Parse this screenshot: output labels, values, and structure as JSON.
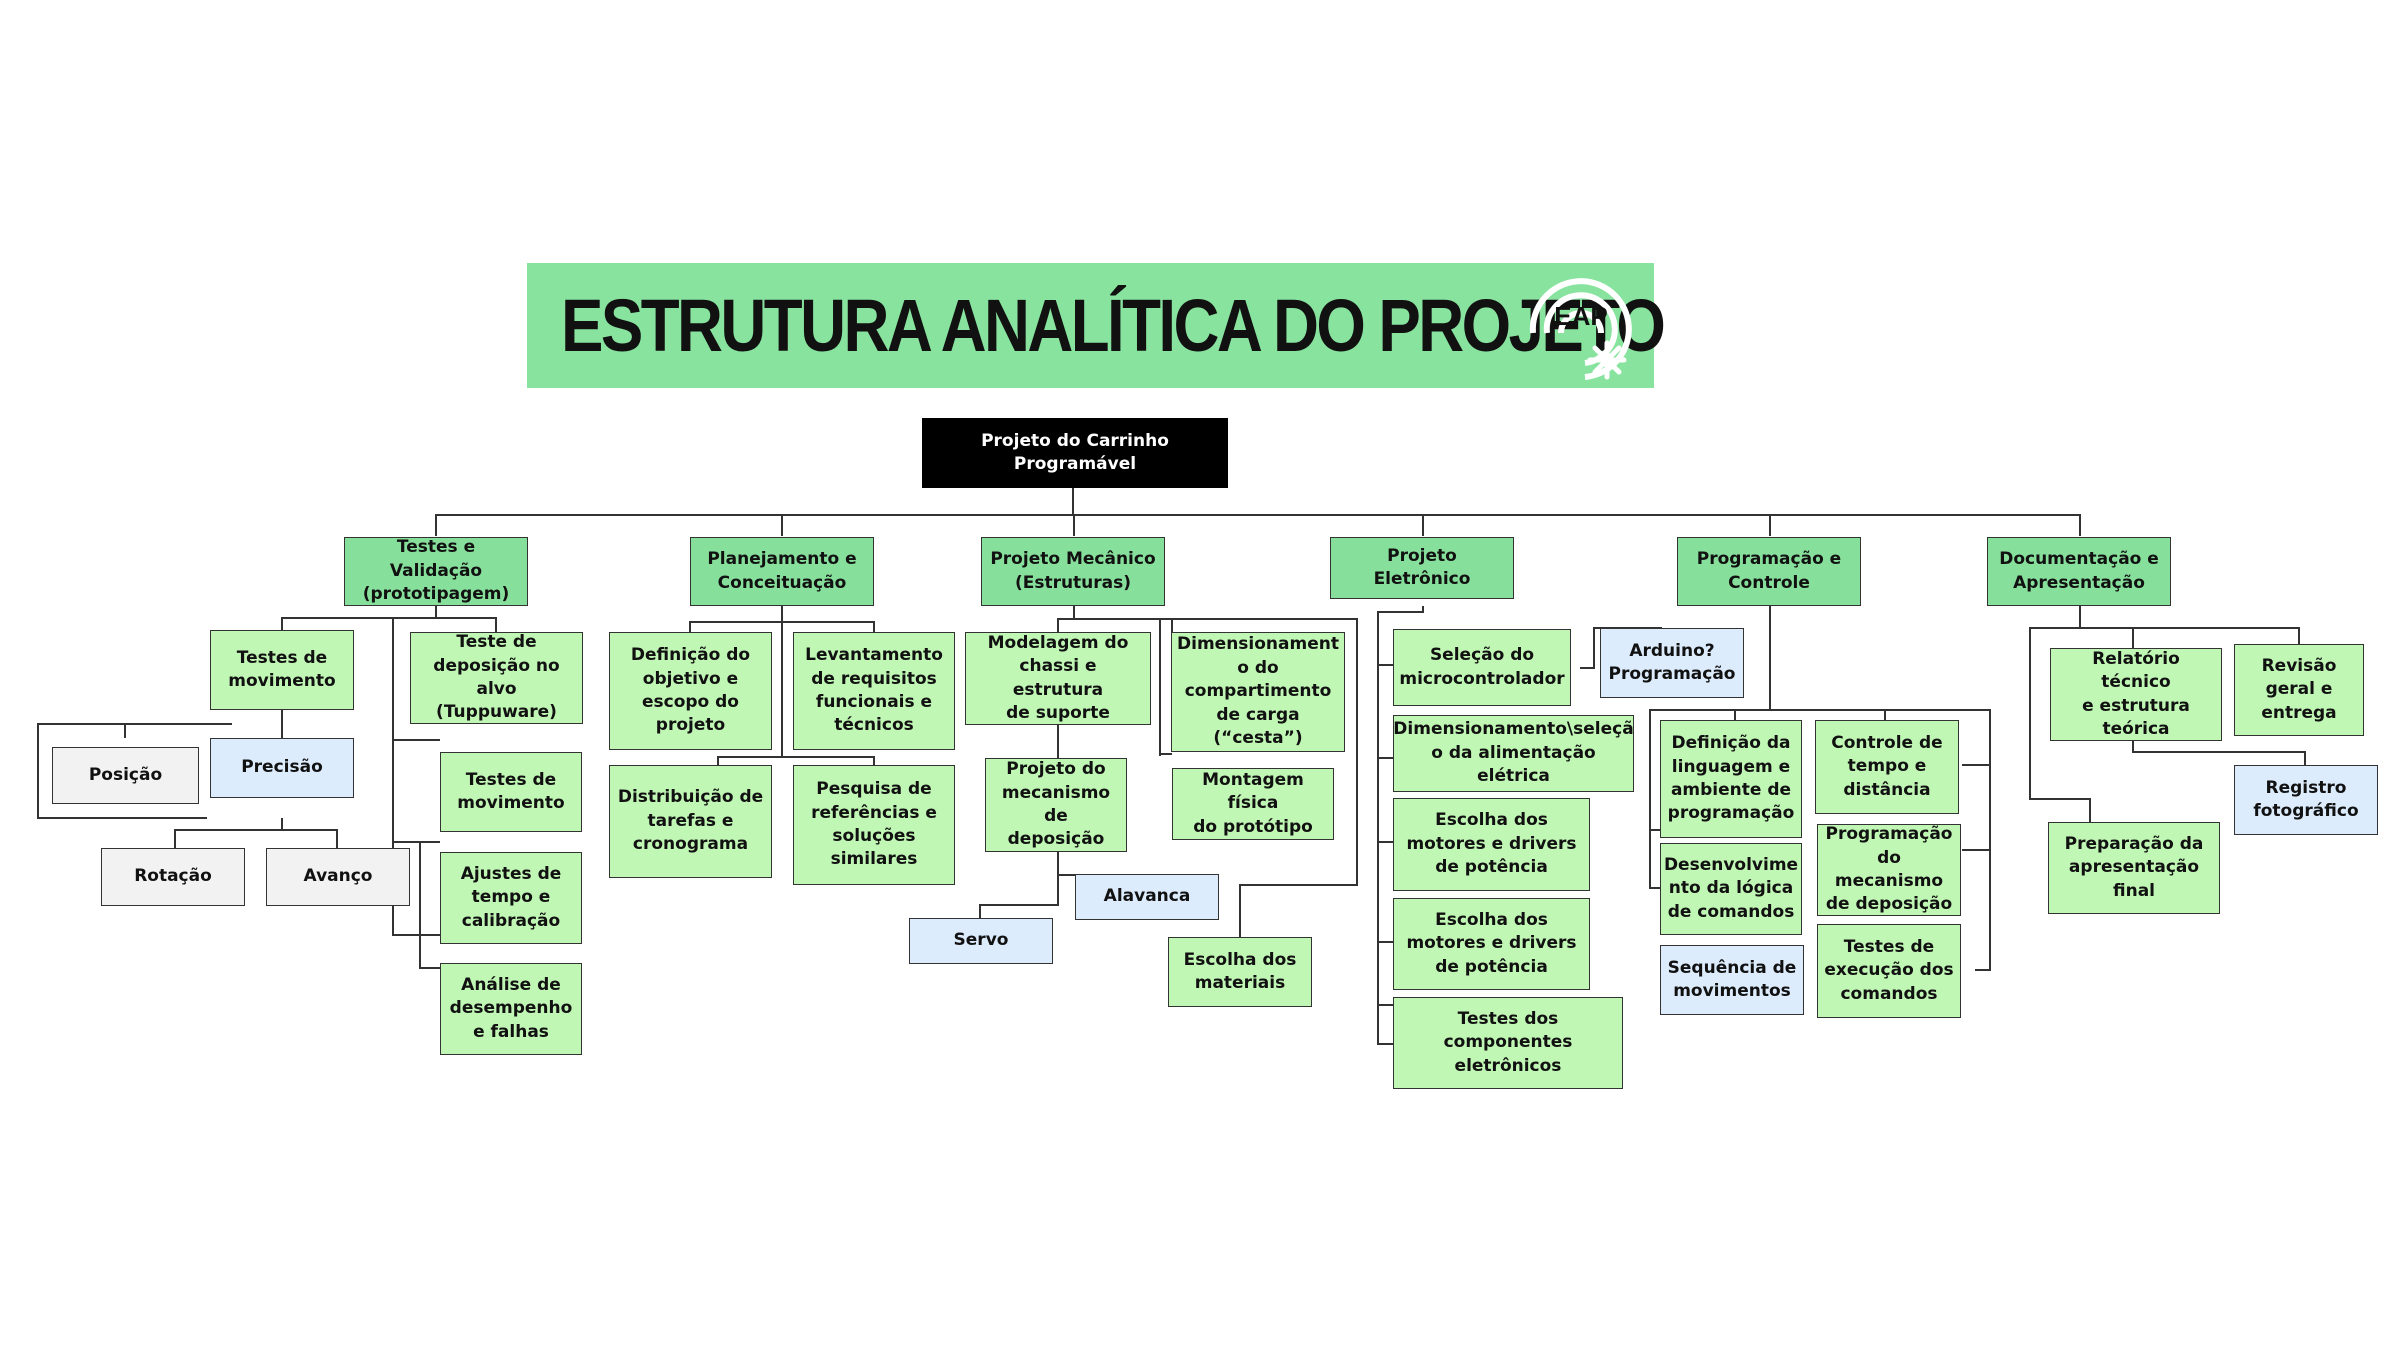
{
  "banner": {
    "title": "ESTRUTURA ANALÍTICA DO PROJETO",
    "logo_text": "EAP",
    "background": "#88e39f"
  },
  "colors": {
    "root": "#000000",
    "phase": "#87df9c",
    "task": "#c1f7b5",
    "item": "#dcecfc",
    "leaf": "#f2f2f2"
  },
  "root": {
    "label": "Projeto do Carrinho\nProgramável"
  },
  "phases": {
    "testes": "Testes e Validação\n(prototipagem)",
    "planejamento": "Planejamento e\nConceituação",
    "mecanico": "Projeto Mecânico\n(Estruturas)",
    "eletronico": "Projeto Eletrônico",
    "programacao": "Programação e\nControle",
    "documentacao": "Documentação e\nApresentação"
  },
  "testes": {
    "movimento_a": "Testes de\nmovimento",
    "precisao": "Precisão",
    "posicao": "Posição",
    "rotacao": "Rotação",
    "avanco": "Avanço",
    "deposicao": "Teste de\ndeposição no\nalvo (Tuppuware)",
    "movimento_b": "Testes de\nmovimento",
    "ajustes": "Ajustes de\ntempo e\ncalibração",
    "analise": "Análise de\ndesempenho\ne falhas"
  },
  "planejamento": {
    "definicao": "Definição do\nobjetivo e\nescopo do\nprojeto",
    "levantamento": "Levantamento\nde requisitos\nfuncionais e\ntécnicos",
    "distribuicao": "Distribuição de\ntarefas e\ncronograma",
    "pesquisa": "Pesquisa de\nreferências e\nsoluções\nsimilares"
  },
  "mecanico": {
    "modelagem": "Modelagem do\nchassi e estrutura\nde suporte",
    "dimensionamento": "Dimensionament\no do\ncompartimento\nde carga (“cesta”)",
    "mecanismo": "Projeto do\nmecanismo de\ndeposição",
    "alavanca": "Alavanca",
    "servo": "Servo",
    "montagem": "Montagem física\ndo protótipo",
    "materiais": "Escolha dos\nmateriais"
  },
  "eletronico": {
    "selecao": "Seleção do\nmicrocontrolador",
    "arduino": "Arduino?\nProgramação",
    "alimentacao": "Dimensionamento\\seleçã\no da alimentação elétrica",
    "motores_a": "Escolha dos\nmotores e drivers\nde potência",
    "motores_b": "Escolha dos\nmotores e drivers\nde potência",
    "componentes": "Testes dos\ncomponentes\neletrônicos"
  },
  "programacao": {
    "linguagem": "Definição da\nlinguagem e\nambiente de\nprogramação",
    "logica": "Desenvolvime\nnto da lógica\nde comandos",
    "sequencia": "Sequência de\nmovimentos",
    "controle": "Controle de\ntempo e\ndistância",
    "prog_mecanismo": "Programação\ndo mecanismo\nde deposição",
    "testes_execucao": "Testes de\nexecução dos\ncomandos"
  },
  "documentacao": {
    "relatorio": "Relatório técnico\ne estrutura\nteórica",
    "revisao": "Revisão\ngeral e\nentrega",
    "registro": "Registro\nfotográfico",
    "preparacao": "Preparação da\napresentação\nfinal"
  }
}
